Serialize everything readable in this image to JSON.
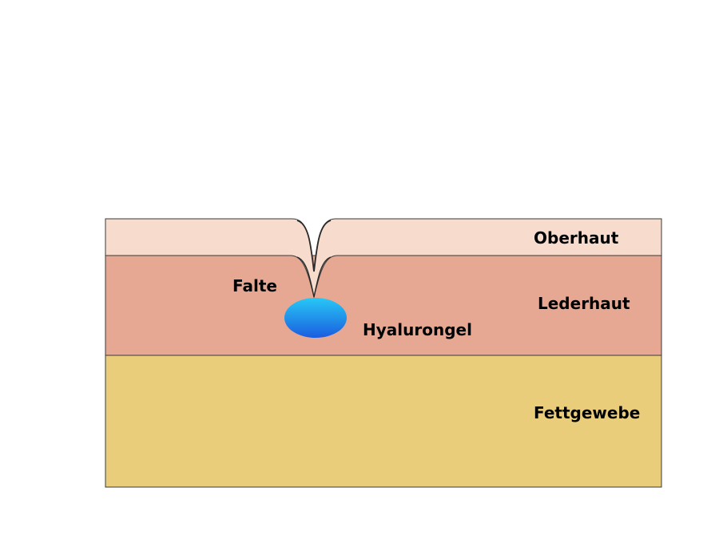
{
  "labels": {
    "epidermis": "Oberhaut",
    "dermis": "Lederhaut",
    "fat": "Fettgewebe",
    "wrinkle": "Falte",
    "filler": "Hyalurongel"
  },
  "colors": {
    "epidermis": "#f7dccd",
    "dermis": "#e6a893",
    "fat": "#e9cd7b",
    "gel_light": "#27c8f5",
    "gel_dark": "#1a5de0",
    "outline": "#3a3a3a"
  }
}
